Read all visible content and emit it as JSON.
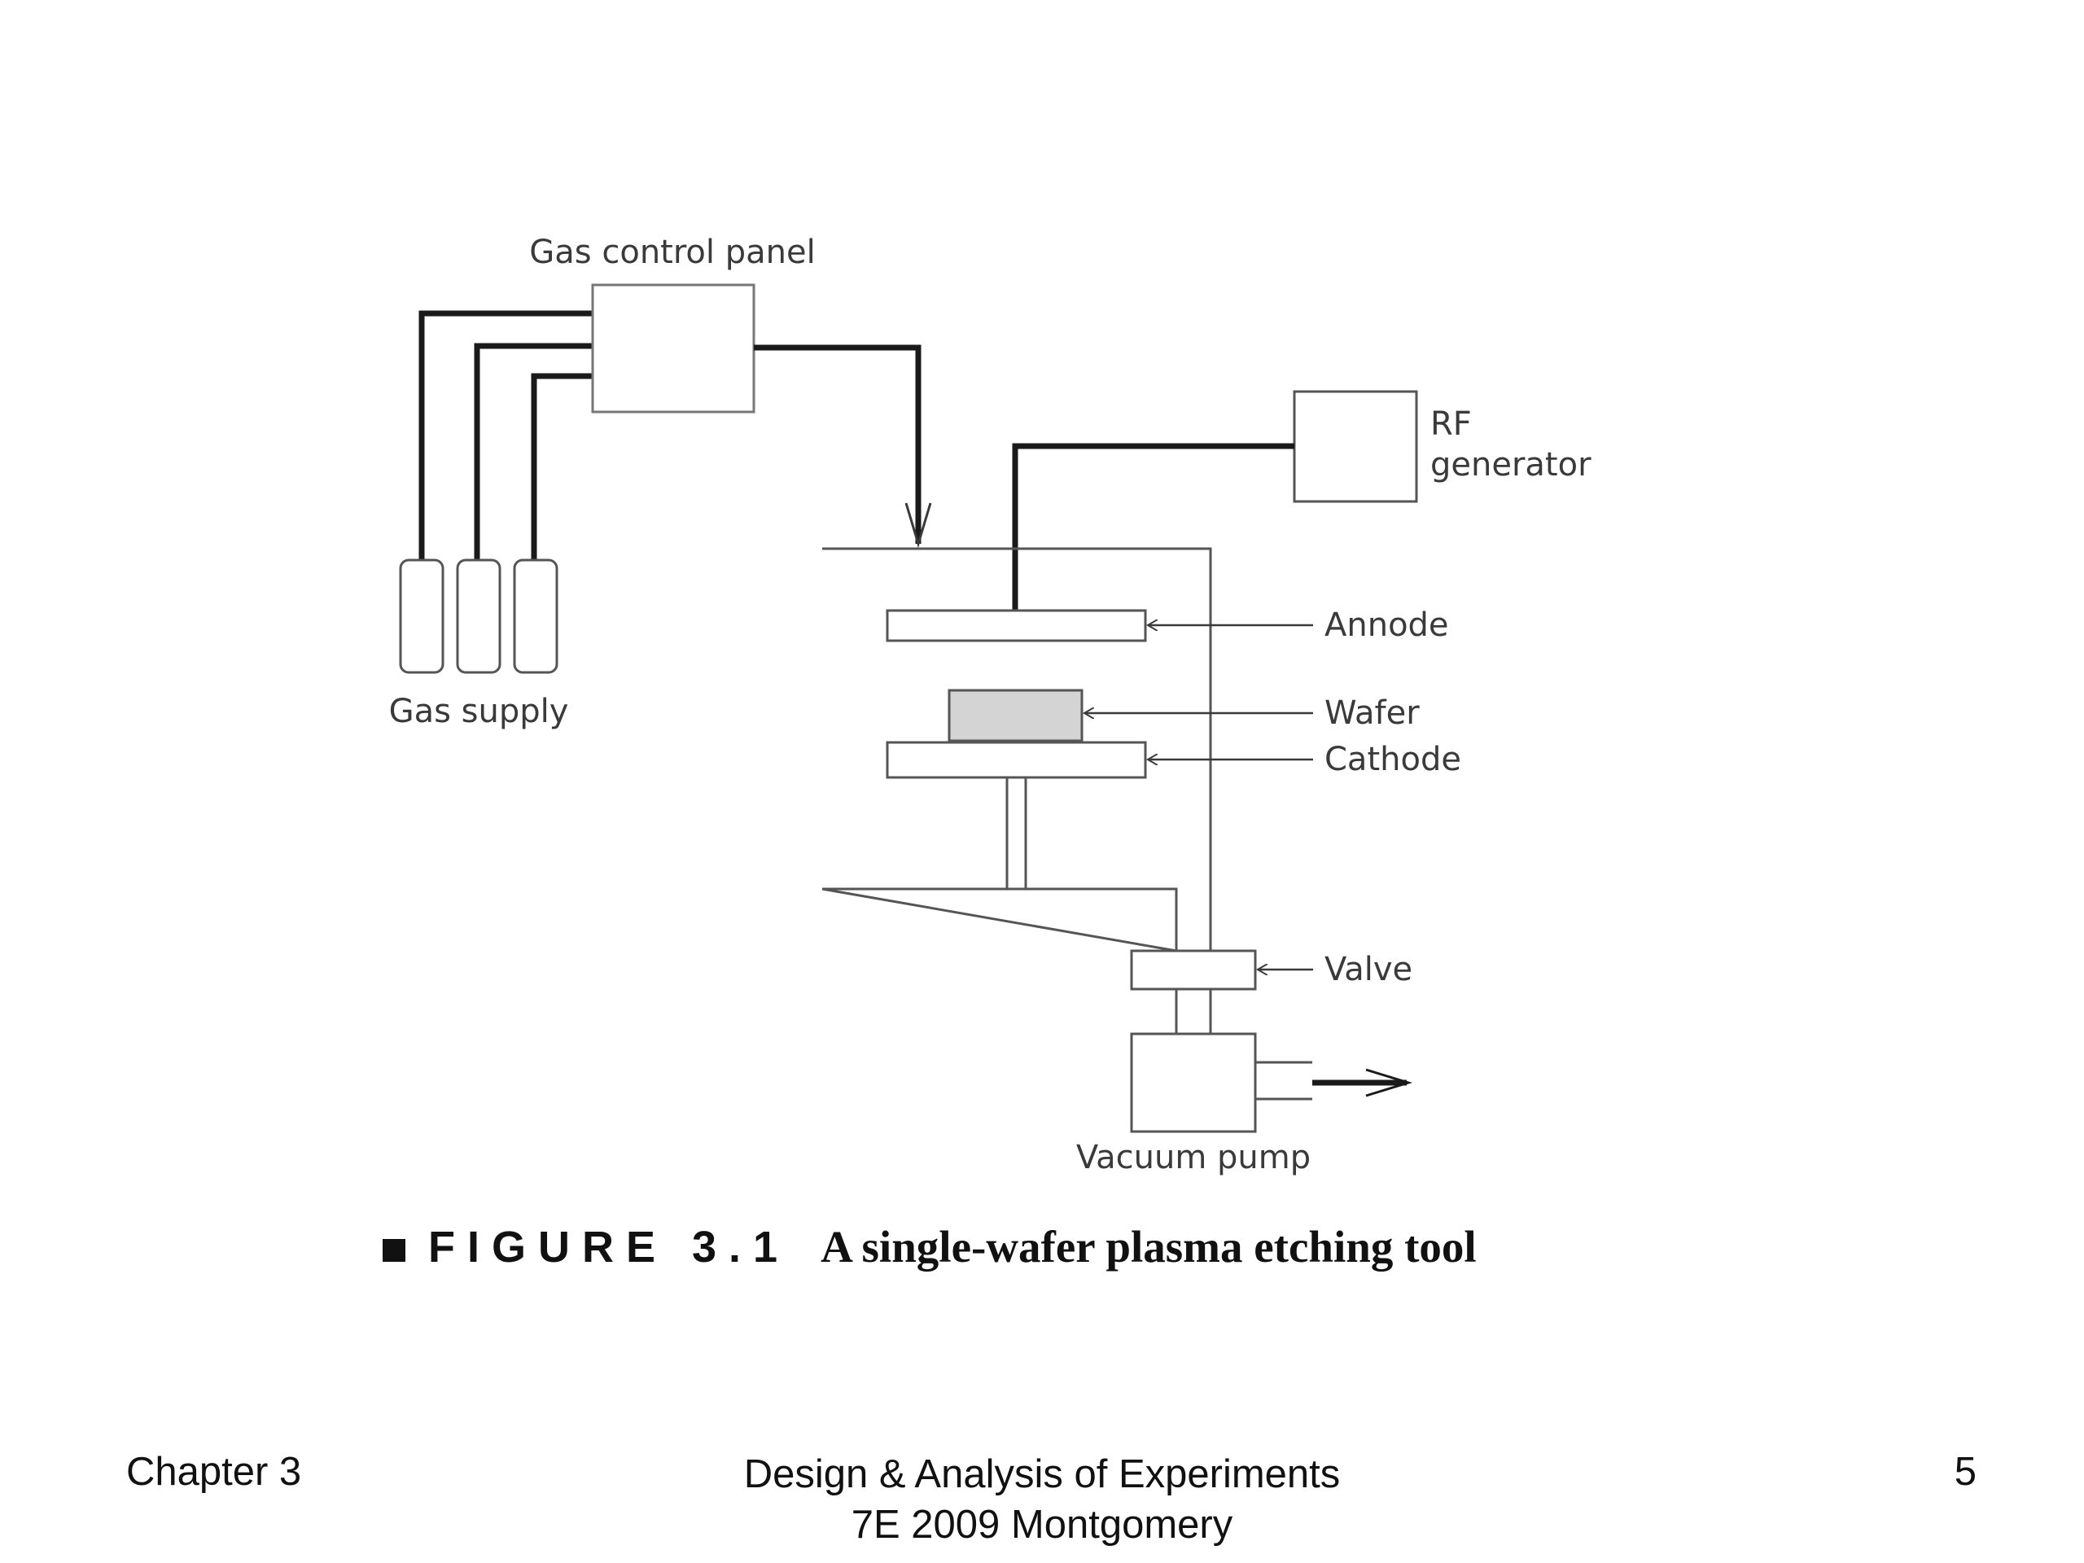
{
  "diagram": {
    "labels": {
      "gas_control_panel": "Gas control panel",
      "gas_supply": "Gas supply",
      "rf_line1": "RF",
      "rf_line2": "generator",
      "annode": "Annode",
      "wafer": "Wafer",
      "cathode": "Cathode",
      "valve": "Valve",
      "vacuum_pump": "Vacuum pump"
    }
  },
  "caption": {
    "figure_label": "FIGURE 3.1",
    "title": "A single-wafer plasma etching tool"
  },
  "footer": {
    "left": "Chapter 3",
    "center_line1": "Design & Analysis of Experiments",
    "center_line2": "7E 2009 Montgomery",
    "right": "5"
  },
  "colors": {
    "line": "#1a1a1a",
    "box_stroke": "#555555",
    "wafer_fill": "#d4d4d4"
  }
}
